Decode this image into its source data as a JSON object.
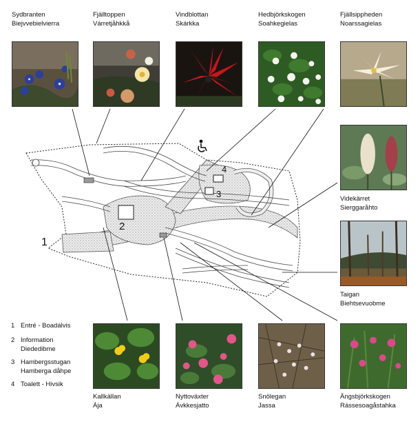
{
  "photos": [
    {
      "name": "Sydbranten",
      "sami": "Biejvvebielvierra"
    },
    {
      "name": "Fjälltoppen",
      "sami": "Várretjåhkkå"
    },
    {
      "name": "Vindblottan",
      "sami": "Skárkka"
    },
    {
      "name": "Hedbjörkskogen",
      "sami": "Soahkegielas"
    },
    {
      "name": "Fjällsippheden",
      "sami": "Noarssagielas"
    },
    {
      "name": "Videkärret",
      "sami": "Sierggaråhto"
    },
    {
      "name": "Taigan",
      "sami": "Biehtsevuobme"
    },
    {
      "name": "Kallkällan",
      "sami": "Ája"
    },
    {
      "name": "Nyttoväxter",
      "sami": "Ávkkesjatto"
    },
    {
      "name": "Snölegan",
      "sami": "Jassa"
    },
    {
      "name": "Ängsbjörkskogen",
      "sami": "Rássesoagåstahka"
    }
  ],
  "legend": [
    {
      "num": "1",
      "label": "Entré - Boadálvis",
      "label2": ""
    },
    {
      "num": "2",
      "label": "Information",
      "label2": "Diededibme"
    },
    {
      "num": "3",
      "label": "Hambergsstugan",
      "label2": "Hamberga dåhpe"
    },
    {
      "num": "4",
      "label": "Toalett - Hivsik",
      "label2": ""
    }
  ],
  "map_markers": {
    "m1": "1",
    "m2": "2",
    "m3": "3",
    "m4": "4"
  },
  "icons": {
    "accessibility": "wheelchair-icon"
  }
}
